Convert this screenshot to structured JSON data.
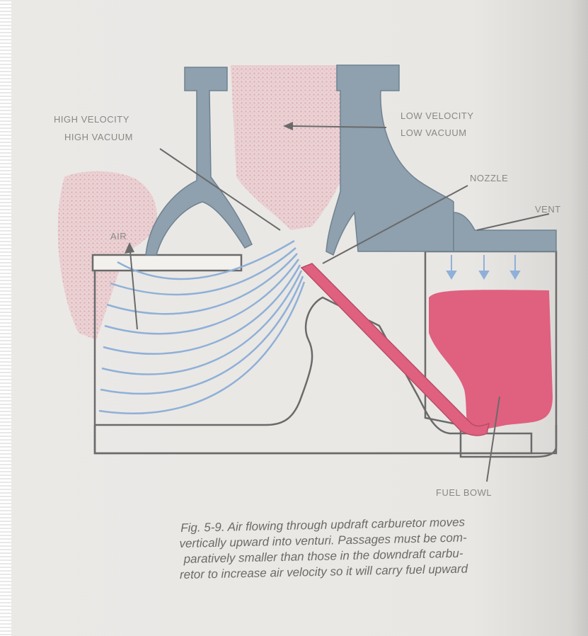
{
  "labels": {
    "high_velocity": "HIGH VELOCITY",
    "high_vacuum": "HIGH VACUUM",
    "low_velocity": "LOW VELOCITY",
    "low_vacuum": "LOW VACUUM",
    "nozzle": "NOZZLE",
    "vent": "VENT",
    "air": "AIR",
    "fuel_bowl": "FUEL BOWL"
  },
  "caption": {
    "line1": "Fig. 5-9. Air flowing through updraft carburetor moves",
    "line2": "vertically upward into venturi. Passages must be com-",
    "line3": "paratively smaller than those in the downdraft carbu-",
    "line4": "retor to increase air velocity so it will carry fuel upward"
  },
  "colors": {
    "metal": "#8fa0ae",
    "metal_edge": "#6f8291",
    "fuel": "#e0607f",
    "air_lines": "#8fb0d8",
    "air_cloud": "#e3b8bd",
    "outline": "#6a6a6a",
    "page": "#ebe9e6"
  }
}
